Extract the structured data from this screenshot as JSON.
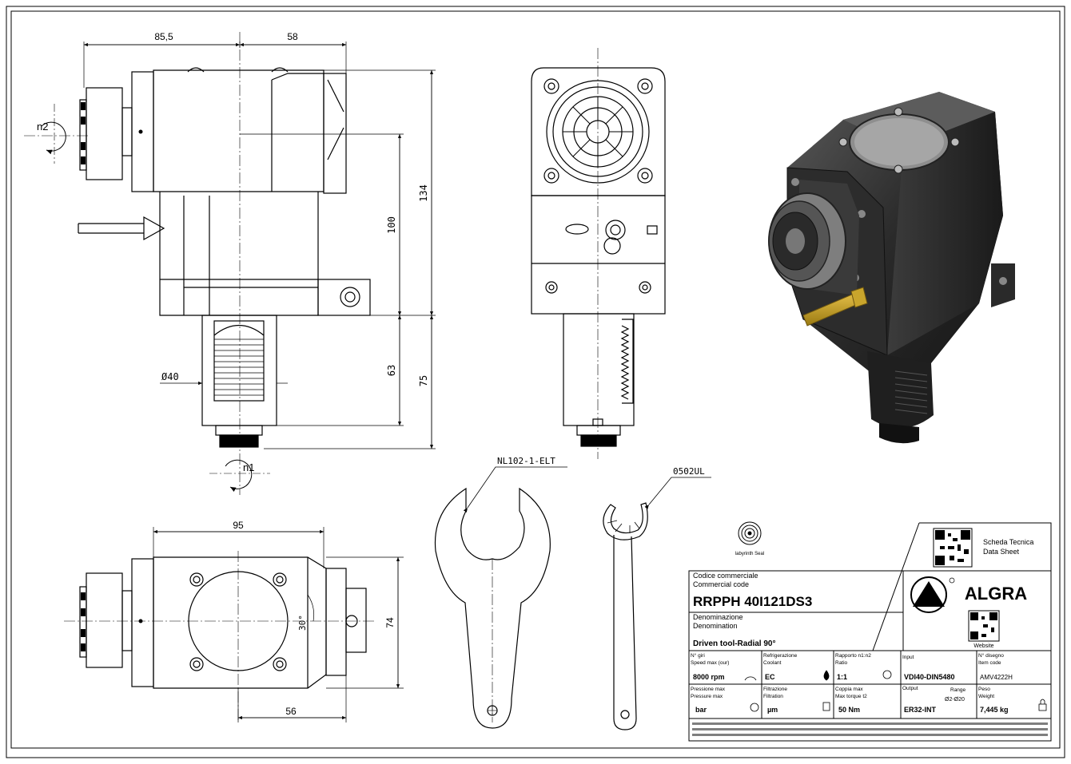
{
  "dimensions": {
    "top_left_width": "85,5",
    "top_right_width": "58",
    "height_134": "134",
    "height_100": "100",
    "height_63": "63",
    "height_75": "75",
    "diameter": "Ø40",
    "bottom_width": "95",
    "bottom_height": "74",
    "bottom_offset": "56",
    "angle": "30°"
  },
  "rotation": {
    "n1": "n1",
    "n2": "n2"
  },
  "wrenches": {
    "spanner_code": "NL102-1-ELT",
    "hook_code": "0502UL"
  },
  "seal_label": "labyrinth Seal",
  "datasheet": {
    "qr_label_1": "Scheda Tecnica",
    "qr_label_2": "Data Sheet",
    "brand": "ALGRA",
    "website_label": "Website",
    "code_label_it": "Codice commerciale",
    "code_label_en": "Commercial code",
    "code_value": "RRPPH 40I121DS3",
    "denom_label_it": "Denominazione",
    "denom_label_en": "Denomination",
    "denom_value": "Driven tool-Radial 90°",
    "cells_row1": [
      {
        "label1": "N° giri",
        "label2": "Speed max (our)",
        "value": "8000 rpm"
      },
      {
        "label1": "Refrigerazione",
        "label2": "Coolant",
        "value": "EC"
      },
      {
        "label1": "Rapporto n1:n2",
        "label2": "Ratio",
        "value": "1:1"
      },
      {
        "label1": "Input",
        "label2": "",
        "value": "VDI40-DIN5480"
      },
      {
        "label1": "N° disegno",
        "label2": "Item code",
        "value": "AMV4222H"
      }
    ],
    "cells_row2": [
      {
        "label1": "Pressione max",
        "label2": "Pressure max",
        "value": "bar"
      },
      {
        "label1": "Filtrazione",
        "label2": "Filtration",
        "value": "µm"
      },
      {
        "label1": "Coppia max",
        "label2": "Max torque t2",
        "value": "50 Nm"
      },
      {
        "label1": "Output",
        "label2": "",
        "value": "ER32-INT"
      },
      {
        "label1": "Peso",
        "label2": "Weight",
        "value": "7,445 kg"
      }
    ],
    "range_label": "Range",
    "range_value": "Ø2-Ø20"
  }
}
